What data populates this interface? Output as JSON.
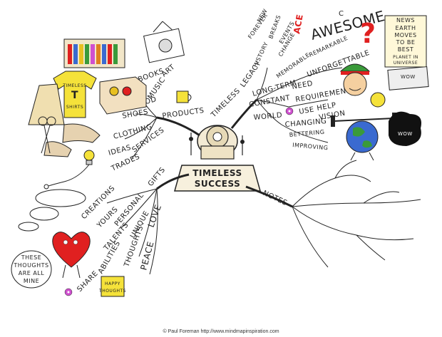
{
  "center": {
    "line1": "TIMELESS",
    "line2": "SUCCESS"
  },
  "branches": {
    "products": {
      "label": "PRODUCTS",
      "items": [
        "FOOD",
        "MUSIC",
        "ART",
        "BOOKS",
        "SHOES",
        "CLOTHING",
        "IDEAS",
        "SERVICES",
        "TRADES"
      ],
      "tshirt": {
        "line1": "TIMELESS",
        "line2": "T",
        "line3": "SHIRTS"
      }
    },
    "timeless": {
      "label": "TIMELESS",
      "items": [
        "LEGACY",
        "HISTORY",
        "FOREVER",
        "NEW",
        "BREAKS",
        "EVENTS",
        "CHANGE",
        "MEMORABLE",
        "REMARKABLE",
        "UNFORGETTABLE",
        "AWESOME",
        "ACE",
        "C",
        "LONG-TERM",
        "NEED",
        "REQUIREMENT",
        "CONSTANT",
        "USE",
        "HELP",
        "VISION",
        "WORLD",
        "CHANGING",
        "BETTERING",
        "IMPROVING"
      ],
      "newspaper": {
        "header": "NEWS",
        "line1": "EARTH",
        "line2": "MOVES",
        "line3": "TO BE",
        "line4": "BEST",
        "line5": "PLANET IN",
        "line6": "UNIVERSE"
      },
      "wow1": "WOW",
      "wow2": "WOW",
      "question": "?"
    },
    "gifts": {
      "label": "GIFTS",
      "items": [
        "CREATIONS",
        "YOURS",
        "PERSONAL",
        "TALENTS",
        "UNIQUE",
        "ABILITIES",
        "THOUGHTS",
        "LOVE",
        "PEACE",
        "SHARE"
      ],
      "bubble": {
        "line1": "THESE",
        "line2": "THOUGHTS",
        "line3": "ARE ALL",
        "line4": "MINE"
      },
      "card": {
        "line1": "HAPPY",
        "line2": "THOUGHTS"
      }
    },
    "notes": {
      "label": "NOTES"
    }
  },
  "footer": {
    "credit": "© Paul Foreman http://www.mindmapinspiration.com"
  },
  "colors": {
    "ink": "#222222",
    "gold": "#e8c020",
    "red": "#e02020",
    "green": "#3a9a3a",
    "blue": "#3a6ad0",
    "pink": "#d050d0",
    "center_fill": "#f4ecd8"
  }
}
